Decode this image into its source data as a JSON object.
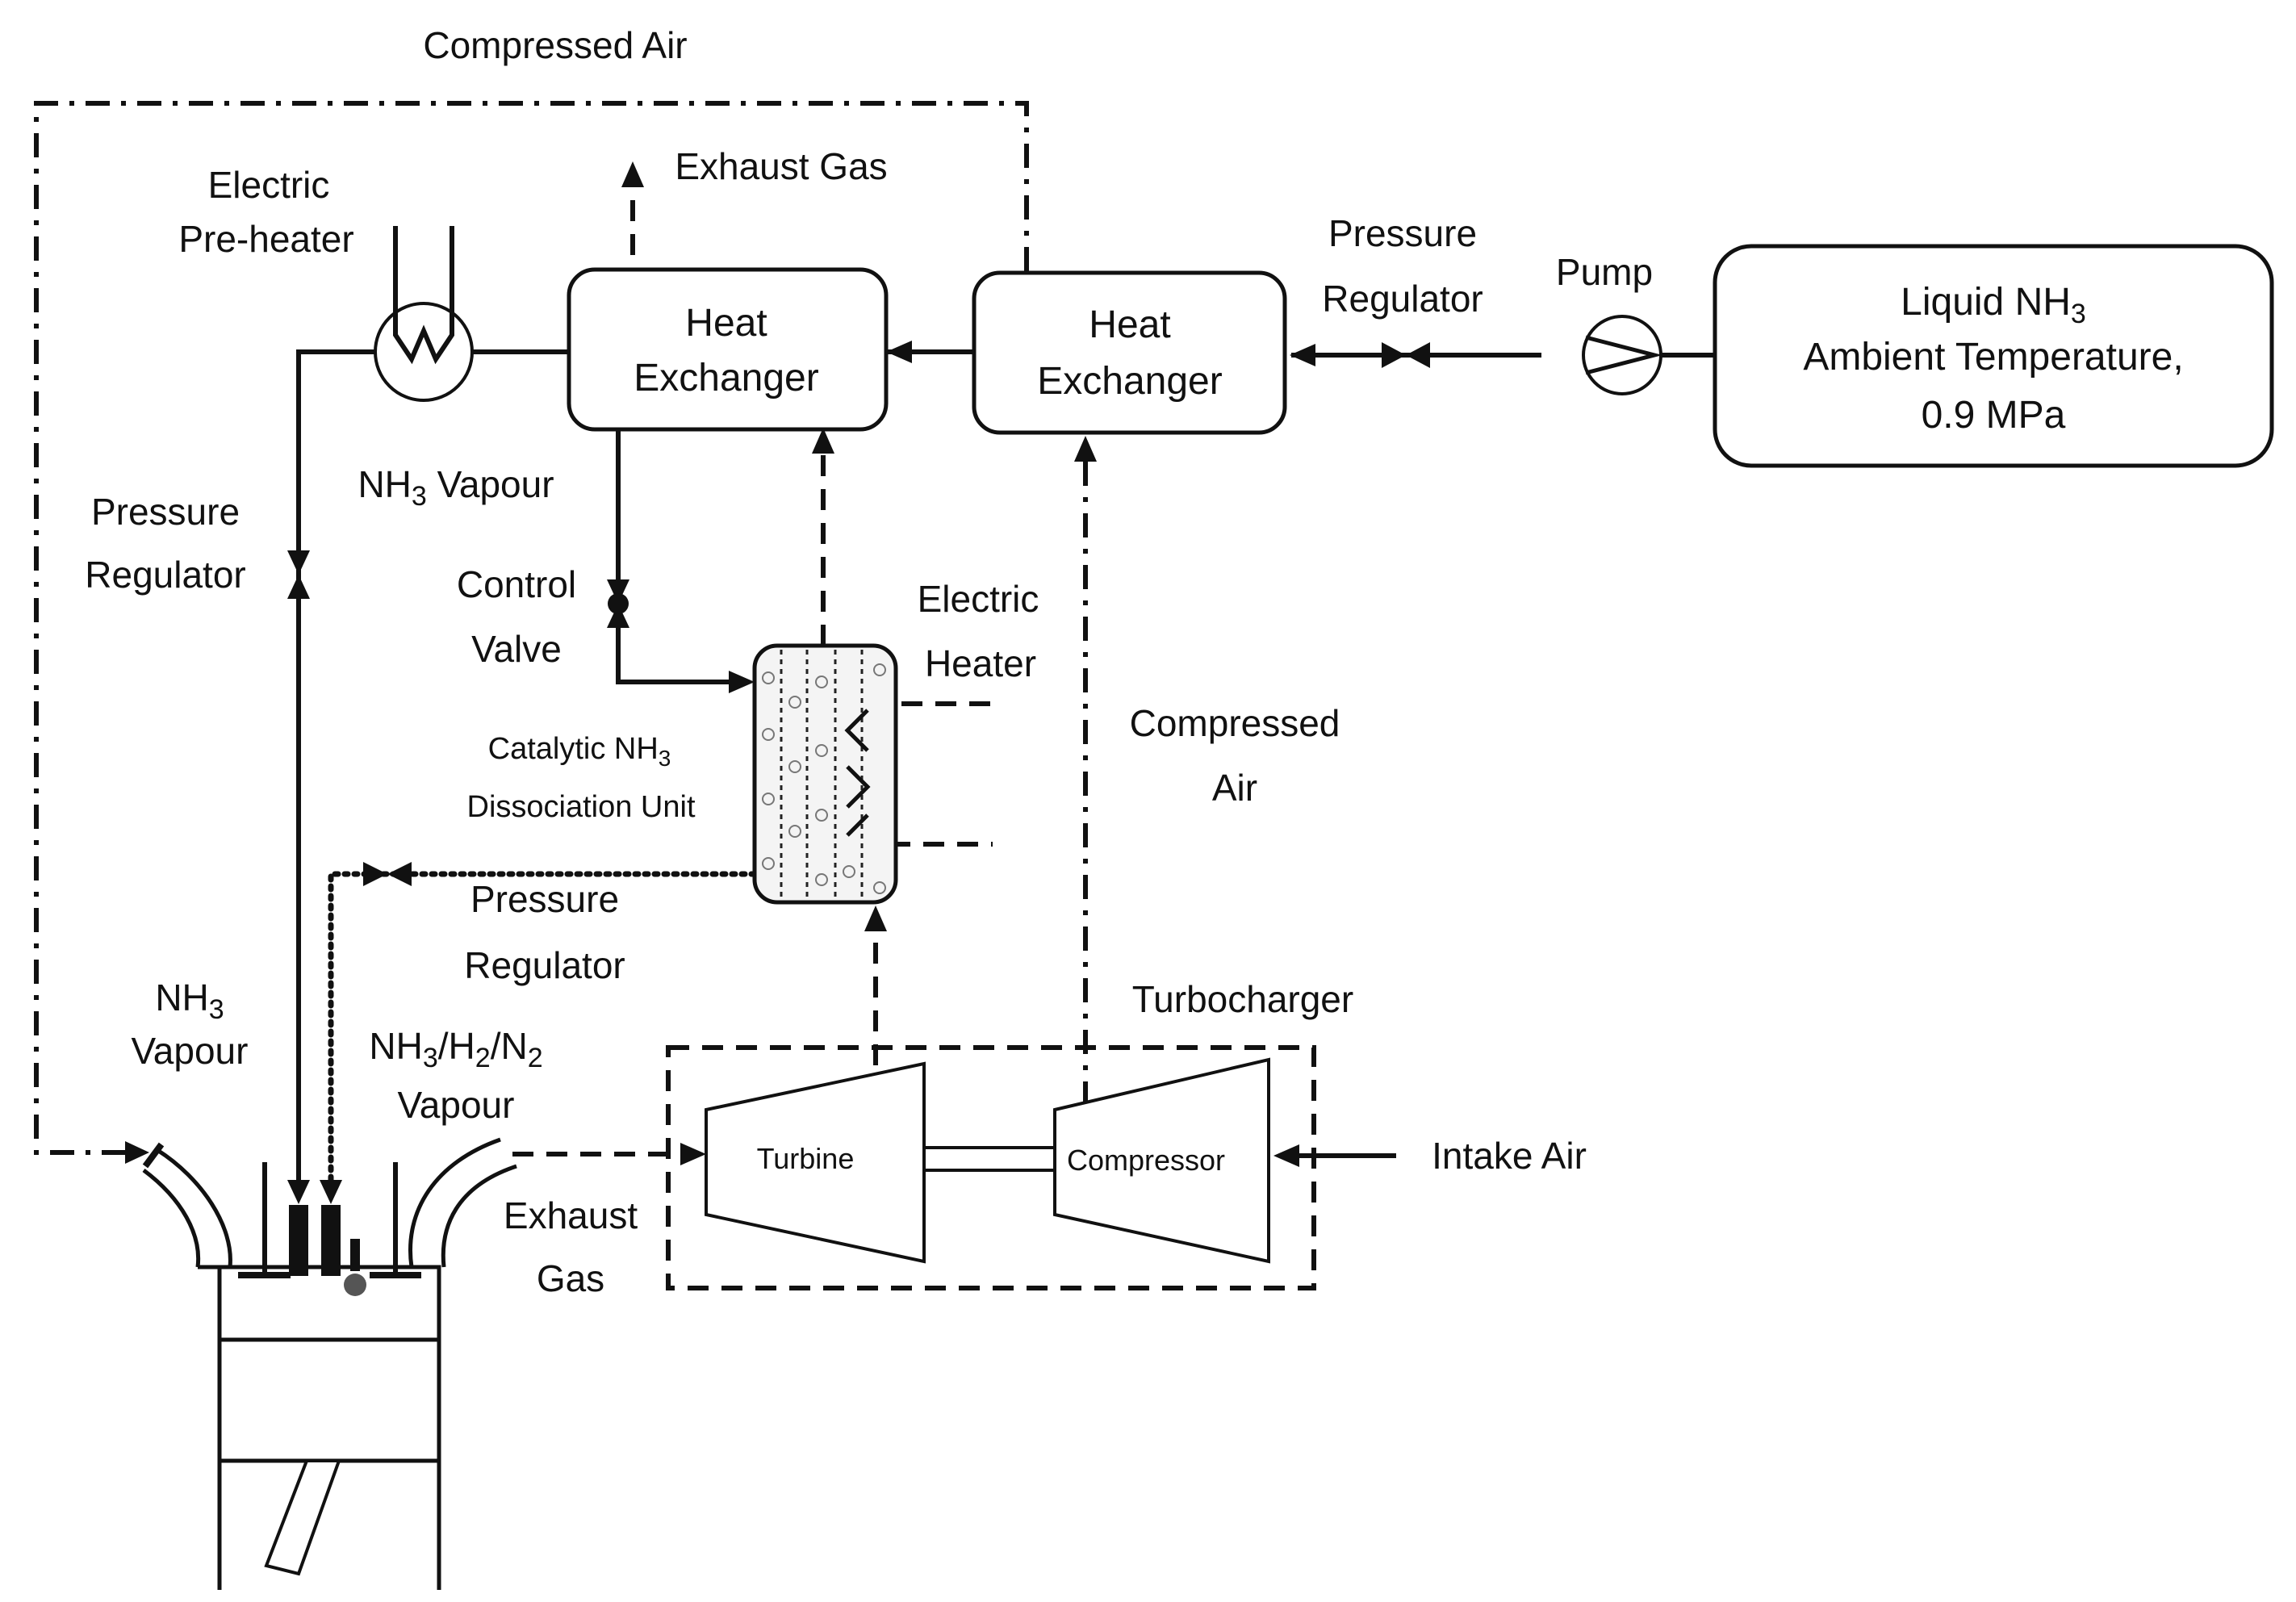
{
  "labels": {
    "compressed_air_top": "Compressed Air",
    "exhaust_gas_top": "Exhaust Gas",
    "electric": "Electric",
    "pre_heater": "Pre-heater",
    "heat_exchanger_1_line1": "Heat",
    "heat_exchanger_1_line2": "Exchanger",
    "heat_exchanger_2_line1": "Heat",
    "heat_exchanger_2_line2": "Exchanger",
    "pressure": "Pressure",
    "regulator": "Regulator",
    "pump": "Pump",
    "liquid_nh3_line1_base": "Liquid NH",
    "liquid_nh3_line1_sub": "3",
    "liquid_nh3_line2": "Ambient Temperature,",
    "liquid_nh3_line3": "0.9 MPa",
    "nh3_vapour_top_base": "NH",
    "nh3_vapour_top_sub": "3",
    "nh3_vapour_top_rest": " Vapour",
    "control": "Control",
    "valve": "Valve",
    "electric_heater_line1": "Electric",
    "electric_heater_line2": "Heater",
    "catalytic_line1_base": "Catalytic NH",
    "catalytic_line1_sub": "3",
    "catalytic_line2": "Dissociation Unit",
    "compressed": "Compressed",
    "air": "Air",
    "turbocharger": "Turbocharger",
    "nh3_left_base": "NH",
    "nh3_left_sub": "3",
    "vapour_left": "Vapour",
    "mix_nh": "NH",
    "mix_3": "3",
    "mix_h": "/H",
    "mix_2a": "2",
    "mix_n": "/N",
    "mix_2b": "2",
    "vapour_mix": "Vapour",
    "exhaust": "Exhaust",
    "gas": "Gas",
    "turbine": "Turbine",
    "compressor": "Compressor",
    "intake_air": "Intake Air"
  }
}
